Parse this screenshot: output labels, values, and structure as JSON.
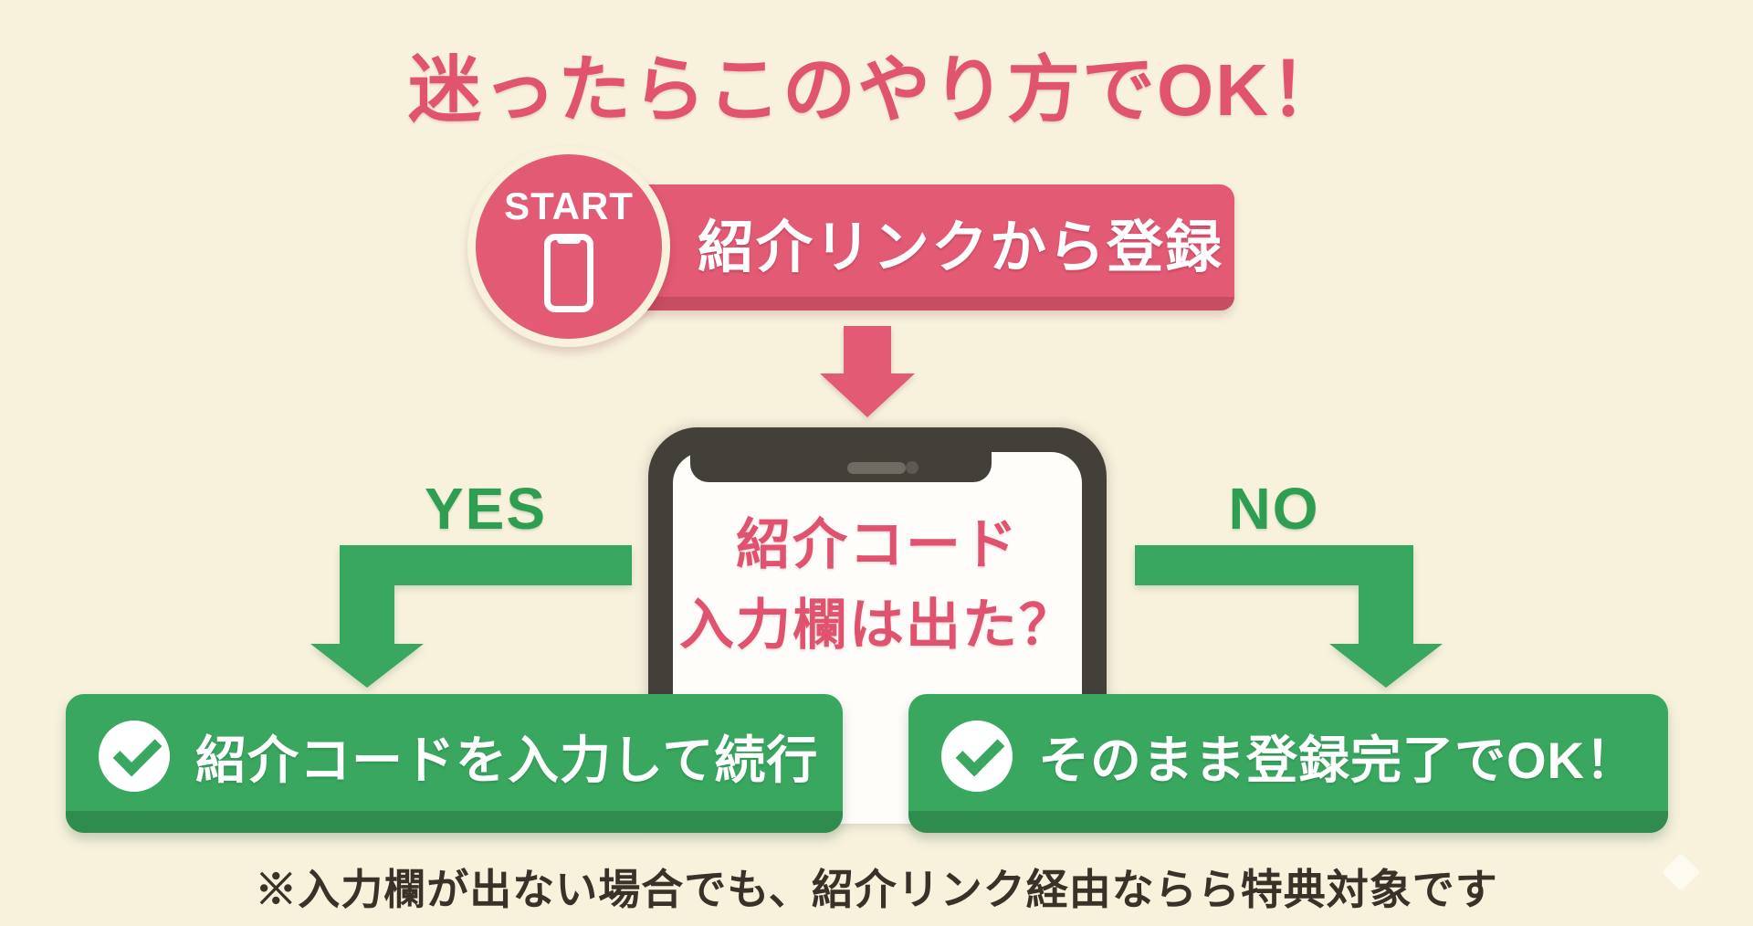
{
  "title": "迷ったらこのやり方でOK！",
  "start": {
    "badge_label": "START",
    "badge_icon": "smartphone-icon",
    "banner_label": "紹介リンクから登録"
  },
  "question": {
    "line1": "紹介コード",
    "line2": "入力欄は出た？"
  },
  "branch_yes": {
    "label": "YES",
    "icon": "check-circle-icon",
    "result": "紹介コードを入力して続行"
  },
  "branch_no": {
    "label": "NO",
    "icon": "check-circle-icon",
    "result": "そのまま登録完了でOK！"
  },
  "footnote": "※入力欄が出ない場合でも、紹介リンク経由ならら特典対象です",
  "colors": {
    "background": "#f8f2dd",
    "pink": "#e25a74",
    "pink_dark": "#c74d63",
    "title_pink": "#e0546e",
    "green": "#3aa761",
    "green_dark": "#2f8c4f",
    "green_label": "#2f9e53",
    "phone_frame": "#433f39",
    "screen_white": "#fffdfa",
    "note_text": "#3a3229"
  }
}
